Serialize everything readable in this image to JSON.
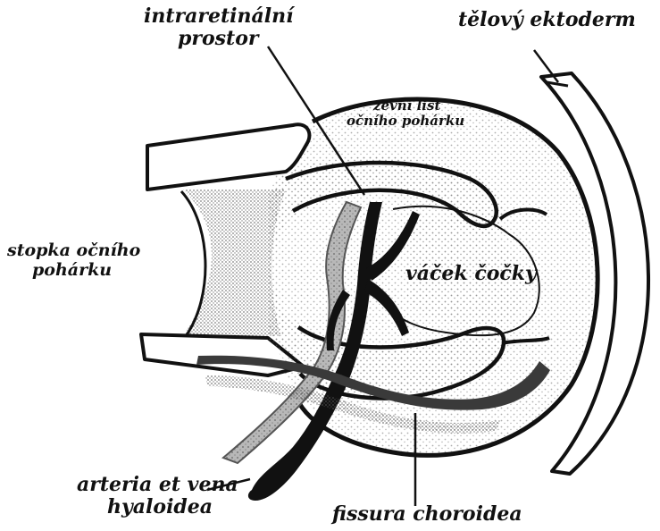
{
  "labels": {
    "intraretinal": [
      "intraretinální",
      "prostor"
    ],
    "ectoderm": "tělový ektoderm",
    "outer_layer": [
      "zevní list",
      "očního pohárku"
    ],
    "stalk": [
      "stopka očního",
      "pohárku"
    ],
    "lens_vesicle": "váček čočky",
    "artery": [
      "arteria et vena",
      "hyaloidea"
    ],
    "fissure": "fissura choroidea"
  },
  "colors": {
    "ink": "#111111",
    "stipple": "#6b6b6b",
    "vessel_grey": "#a9a9a9",
    "background": "#ffffff"
  }
}
